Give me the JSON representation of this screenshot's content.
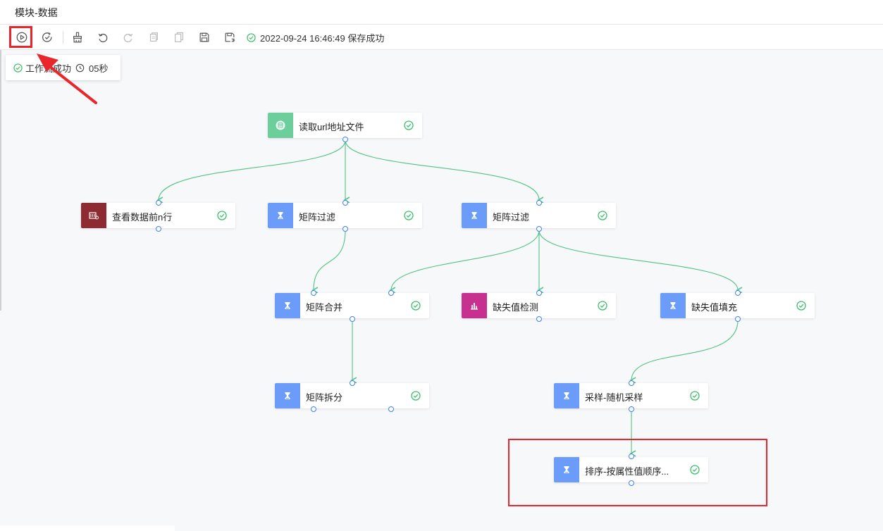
{
  "window": {
    "title": "模块-数据"
  },
  "toolbar": {
    "buttons": [
      {
        "name": "run-icon",
        "label": "run"
      },
      {
        "name": "check-run-icon",
        "label": "check"
      },
      {
        "name": "brush-icon",
        "label": "format"
      },
      {
        "name": "undo-icon",
        "label": "undo"
      },
      {
        "name": "redo-icon",
        "label": "redo"
      },
      {
        "name": "copy-icon",
        "label": "copy"
      },
      {
        "name": "paste-icon",
        "label": "paste"
      },
      {
        "name": "save-icon",
        "label": "save"
      },
      {
        "name": "save-as-icon",
        "label": "save-as"
      }
    ],
    "status_text": "2022-09-24 16:46:49 保存成功"
  },
  "run_popup": {
    "status": "工作流成功",
    "duration": "05秒"
  },
  "nodes": [
    {
      "id": "n1",
      "label": "读取url地址文件",
      "icon": "database-icon",
      "color": "#6ccf9b"
    },
    {
      "id": "n2",
      "label": "查看数据前n行",
      "icon": "table-preview-icon",
      "color": "#8e2a31"
    },
    {
      "id": "n3",
      "label": "矩阵过滤",
      "icon": "hourglass-icon",
      "color": "#6b9cf9"
    },
    {
      "id": "n4",
      "label": "矩阵过滤",
      "icon": "hourglass-icon",
      "color": "#6b9cf9"
    },
    {
      "id": "n5",
      "label": "矩阵合并",
      "icon": "hourglass-icon",
      "color": "#6b9cf9"
    },
    {
      "id": "n6",
      "label": "缺失值检测",
      "icon": "bar-chart-icon",
      "color": "#c7308f"
    },
    {
      "id": "n7",
      "label": "缺失值填充",
      "icon": "hourglass-icon",
      "color": "#6b9cf9"
    },
    {
      "id": "n8",
      "label": "矩阵拆分",
      "icon": "hourglass-icon",
      "color": "#6b9cf9"
    },
    {
      "id": "n9",
      "label": "采样-随机采样",
      "icon": "hourglass-icon",
      "color": "#6b9cf9"
    },
    {
      "id": "n10",
      "label": "排序-按属性值顺序...",
      "icon": "hourglass-icon",
      "color": "#6b9cf9"
    }
  ],
  "colors": {
    "success": "#3cbf6b",
    "edge": "#52c285",
    "port": "#3b82f6",
    "highlight": "#e8262b"
  }
}
